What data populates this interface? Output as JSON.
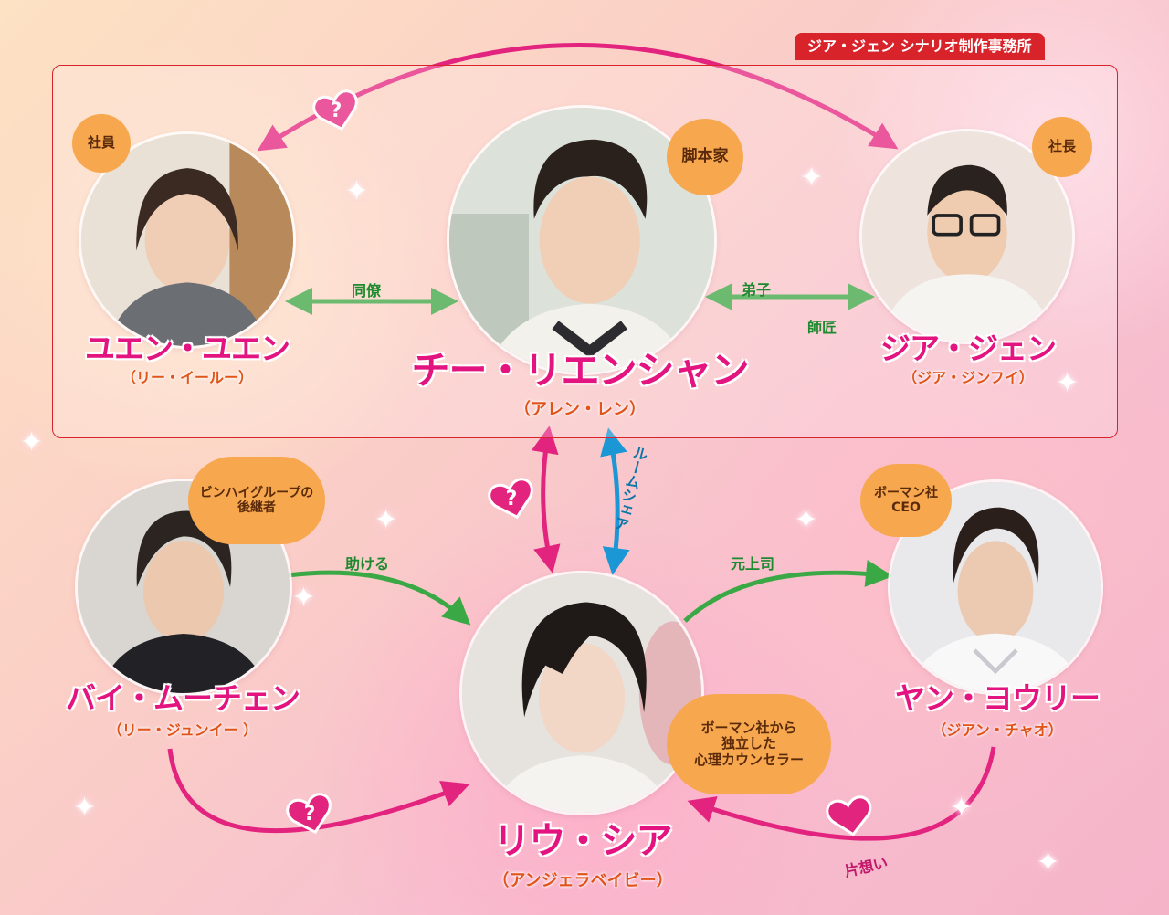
{
  "office_tag": "ジア・ジェン シナリオ制作事務所",
  "characters": {
    "yuan": {
      "name": "ユエン・ユエン",
      "actor": "（リー・イールー）",
      "role": "社員"
    },
    "chi": {
      "name": "チー・リエンシャン",
      "actor": "（アレン・レン）",
      "role": "脚本家"
    },
    "jia": {
      "name": "ジア・ジェン",
      "actor": "（ジア・ジンフイ）",
      "role": "社長"
    },
    "bai": {
      "name": "バイ・ムーチェン",
      "actor": "（リー・ジュンイー ）",
      "role": "ビンハイグループの\n後継者"
    },
    "liu": {
      "name": "リウ・シア",
      "actor": "（アンジェラベイビー）",
      "role": "ボーマン社から\n独立した\n心理カウンセラー"
    },
    "yan": {
      "name": "ヤン・ヨウリー",
      "actor": "（ジアン・チャオ）",
      "role": "ボーマン社\nCEO"
    }
  },
  "relations": {
    "colleague": "同僚",
    "disciple": "弟子",
    "mentor": "師匠",
    "roomshare": "ルームシェア",
    "helps": "助ける",
    "ex_boss": "元上司",
    "unrequited": "片想い"
  },
  "symbols": {
    "question": "?",
    "heart": "♥"
  },
  "colors": {
    "pink_arrow": "#e3247f",
    "green_arrow": "#3aa845",
    "blue_arrow": "#1a97d4",
    "frame": "#d8232a",
    "role_badge": "#f7a84f"
  }
}
